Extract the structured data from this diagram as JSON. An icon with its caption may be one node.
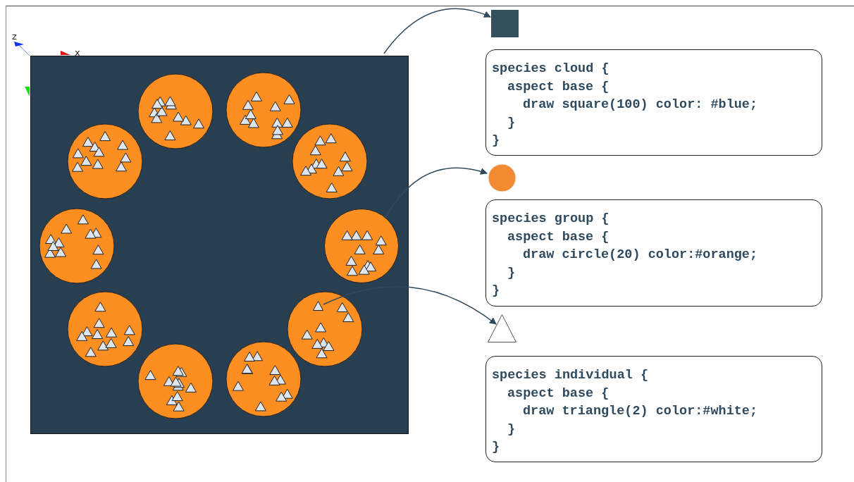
{
  "diagram": {
    "nodes": [
      {
        "text": [],
        "shape": "box"
      },
      {
        "text": [],
        "shape": "circle",
        "in": 0
      },
      {
        "text": [],
        "shape": "triangle",
        "in": 0
      },
      {
        "text": [],
        "shape": "box"
      },
      {
        "text": [
          "species cloud {",
          "aspect base {",
          "draw square(100) color: #blue;",
          "}",
          "}"
        ]
      },
      {
        "text": [],
        "shape": "circle"
      },
      {
        "text": [
          "species group {",
          "aspect base {",
          "draw circle(20) color:#orange;",
          "}",
          "}"
        ]
      },
      {
        "text": [],
        "shape": "triangle"
      },
      {
        "text": [
          "species individual {",
          "aspect base {",
          "draw triangle(2) color:#white;",
          "}",
          "}"
        ]
      }
    ],
    "edges": [
      {
        "from": 0,
        "to": 3,
        "arrow": "to"
      },
      {
        "from": 1,
        "to": 5,
        "arrow": "to"
      },
      {
        "from": 2,
        "to": 7,
        "arrow": "to"
      }
    ],
    "labels": [
      "z",
      "x"
    ]
  }
}
